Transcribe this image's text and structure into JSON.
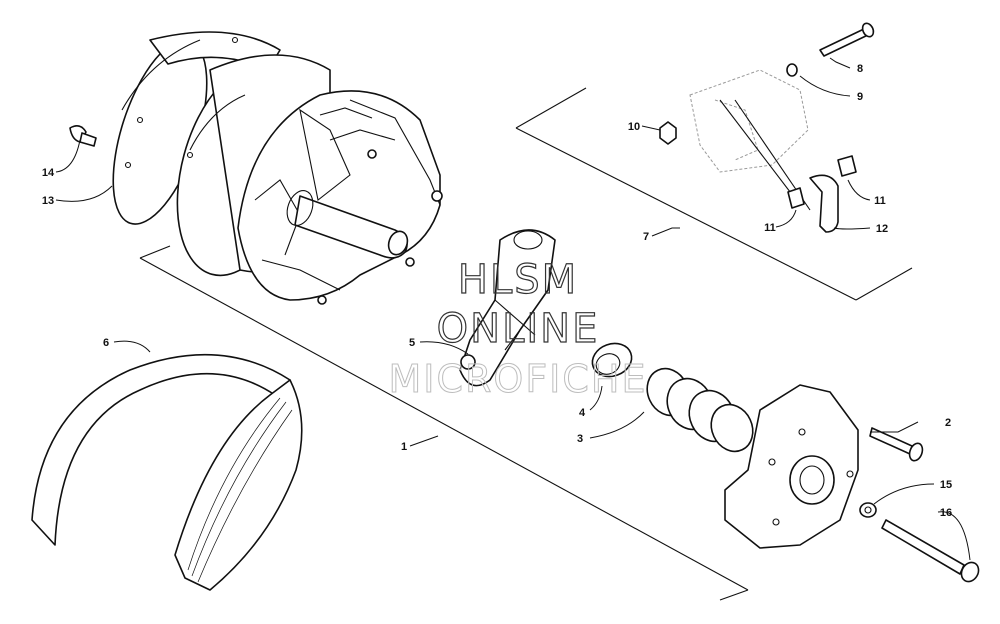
{
  "watermark": {
    "line1": "HLSM",
    "line2": "ONLINE",
    "line3": "MICROFICHE"
  },
  "callouts": {
    "c1": "1",
    "c2": "2",
    "c3": "3",
    "c4": "4",
    "c5": "5",
    "c6": "6",
    "c7": "7",
    "c8": "8",
    "c9": "9",
    "c10": "10",
    "c11a": "11",
    "c11b": "11",
    "c12": "12",
    "c13": "13",
    "c14": "14",
    "c15": "15",
    "c16": "16"
  }
}
